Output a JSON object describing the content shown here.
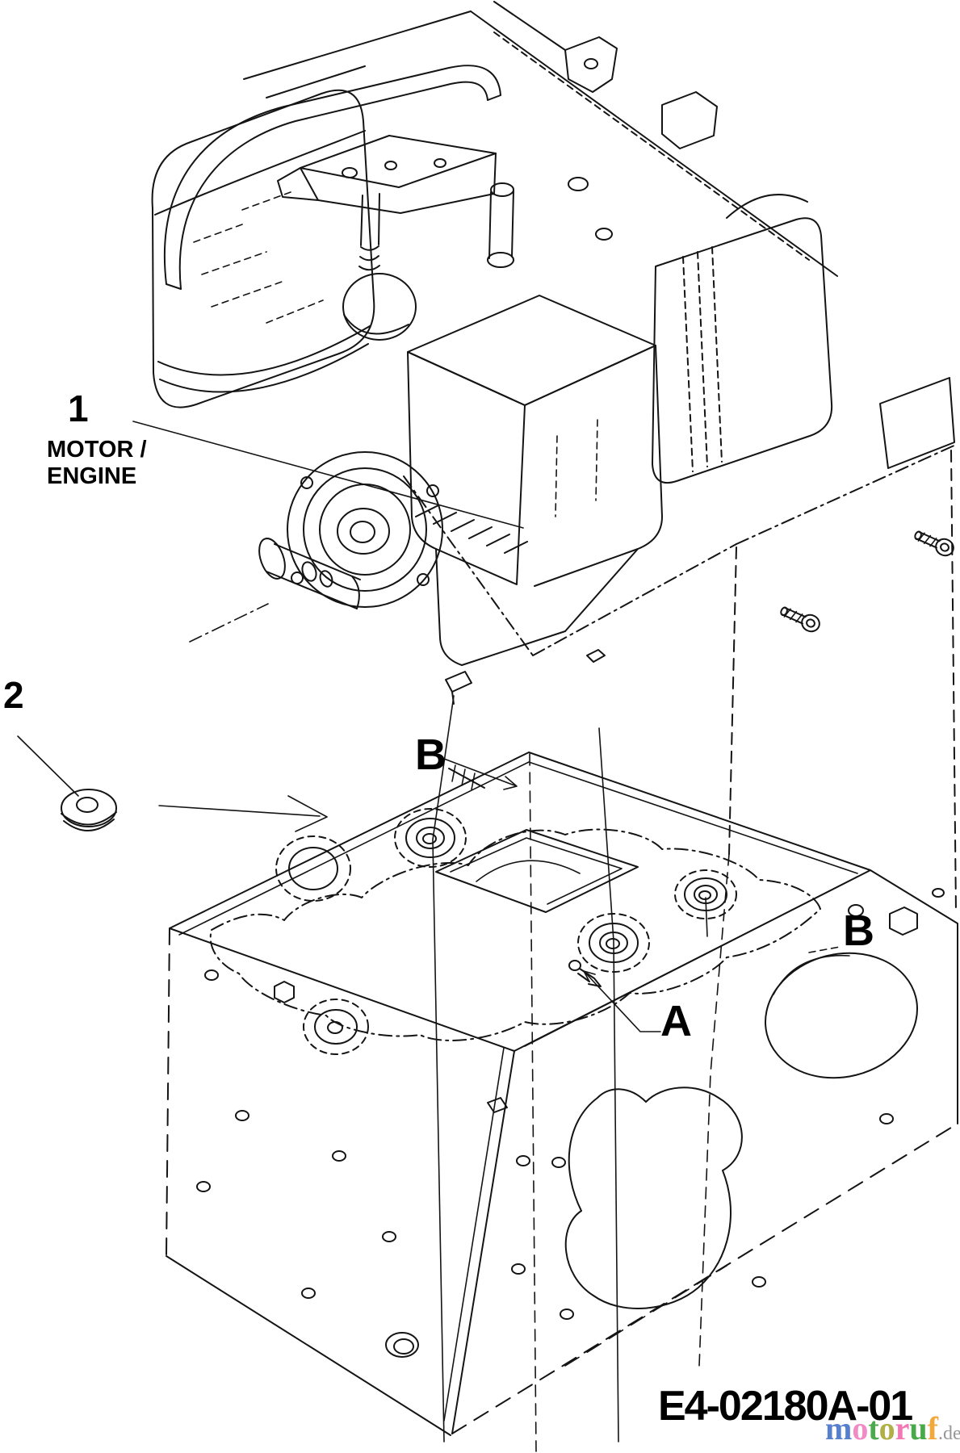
{
  "page": {
    "background": "#ffffff",
    "ink_color": "#141414"
  },
  "callout_1": {
    "number": "1",
    "line1": "MOTOR /",
    "line2": "ENGINE"
  },
  "callout_2": {
    "number": "2"
  },
  "ref_letters": {
    "engine_b": "B",
    "frame_b": "B",
    "frame_a": "A"
  },
  "part_number": "E4-02180A-01",
  "watermark": {
    "letters": [
      {
        "ch": "m",
        "color": "#4472c8"
      },
      {
        "ch": "o",
        "color": "#f07fc0"
      },
      {
        "ch": "t",
        "color": "#3aa03a"
      },
      {
        "ch": "o",
        "color": "#a8a832"
      },
      {
        "ch": "r",
        "color": "#f06aaa"
      },
      {
        "ch": "u",
        "color": "#35a035"
      },
      {
        "ch": "f",
        "color": "#f0a028"
      }
    ],
    "suffix": ".de",
    "suffix_color": "#8c8c8c"
  }
}
